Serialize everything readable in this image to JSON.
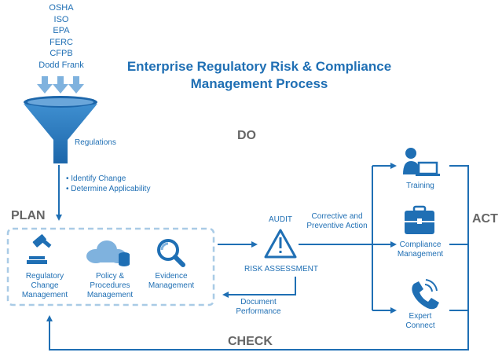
{
  "title": "Enterprise Regulatory Risk & Compliance Management Process",
  "regulations_sources": [
    "OSHA",
    "ISO",
    "EPA",
    "FERC",
    "CFPB",
    "Dodd Frank"
  ],
  "funnel_label": "Regulations",
  "funnel_bullets": [
    "Identify Change",
    "Determine Applicability"
  ],
  "phases": {
    "plan": "PLAN",
    "do": "DO",
    "check": "CHECK",
    "act": "ACT"
  },
  "plan_items": [
    {
      "label": "Regulatory Change Management",
      "icon": "gavel-icon"
    },
    {
      "label": "Policy & Procedures Management",
      "icon": "cloud-database-icon"
    },
    {
      "label": "Evidence Management",
      "icon": "magnifier-icon"
    }
  ],
  "audit_label": "AUDIT",
  "risk_label": "RISK ASSESSMENT",
  "corrective_label": "Corrective and Preventive Action",
  "document_label": "Document Performance",
  "act_items": [
    {
      "label": "Training",
      "icon": "person-laptop-icon"
    },
    {
      "label": "Compliance Management",
      "icon": "briefcase-icon"
    },
    {
      "label": "Expert Connect",
      "icon": "phone-icon"
    }
  ],
  "colors": {
    "accent": "#1f6fb4",
    "phase_text": "#666666",
    "plan_box": "#a9cbe6"
  }
}
